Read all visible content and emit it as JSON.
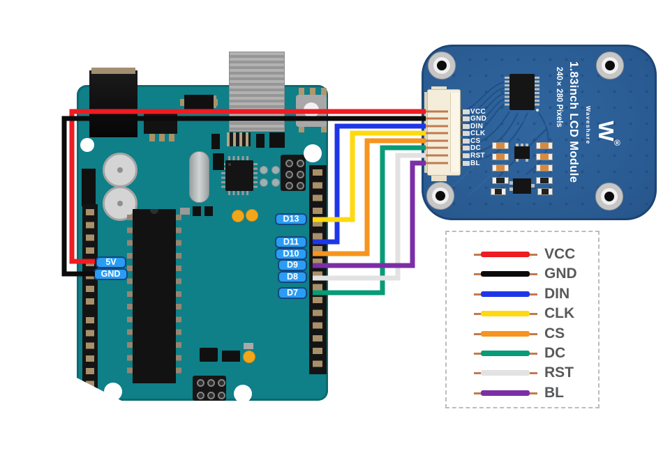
{
  "arduino_pins": [
    "D13",
    "D11",
    "D10",
    "D9",
    "D8",
    "D7",
    "5V",
    "GND"
  ],
  "lcd": {
    "title": "1.83inch LCD Module",
    "subtitle": "240×280 Pixels",
    "brand": "Waveshare",
    "logo_letter": "W",
    "registered_mark": "®",
    "pins": [
      "VCC",
      "GND",
      "DIN",
      "CLK",
      "CS",
      "DC",
      "RST",
      "BL"
    ]
  },
  "connections": [
    {
      "signal": "VCC",
      "arduino_pin": "5V",
      "color": "#ee1c23"
    },
    {
      "signal": "GND",
      "arduino_pin": "GND",
      "color": "#0b0b0b"
    },
    {
      "signal": "DIN",
      "arduino_pin": "D11",
      "color": "#1e36e8"
    },
    {
      "signal": "CLK",
      "arduino_pin": "D13",
      "color": "#ffd90f"
    },
    {
      "signal": "CS",
      "arduino_pin": "D10",
      "color": "#f7941e"
    },
    {
      "signal": "DC",
      "arduino_pin": "D7",
      "color": "#089b77"
    },
    {
      "signal": "RST",
      "arduino_pin": "D8",
      "color": "#e2e2e2"
    },
    {
      "signal": "BL",
      "arduino_pin": "D9",
      "color": "#7b2fa7"
    }
  ],
  "colors": {
    "arduino_board": "#0f7f88",
    "lcd_board": "#2b5e95",
    "pin_label_fill": "#2b9cf4",
    "pin_label_border": "#14477e",
    "copper_stub": "#c07a50",
    "legend_text": "#58595b"
  }
}
